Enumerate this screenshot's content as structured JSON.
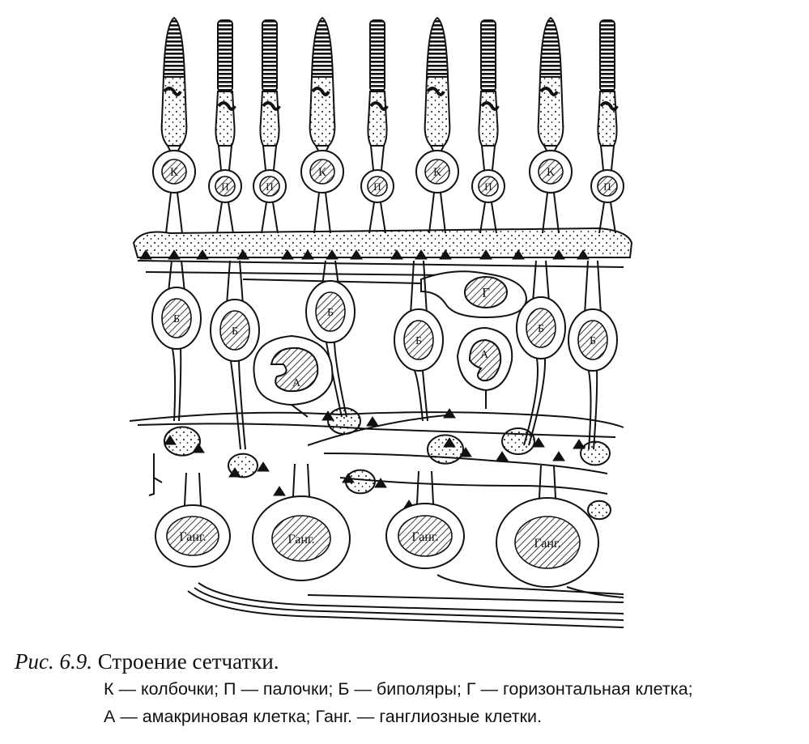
{
  "figure": {
    "labels": {
      "cone": "К",
      "rod": "П",
      "bipolar": "Б",
      "horizontal": "Г",
      "amacrine": "А",
      "ganglion": "Ганг."
    }
  },
  "caption": {
    "number": "Рис. 6.9.",
    "title": "Строение сетчатки.",
    "legend_line1": "К — колбочки; П — палочки; Б — биполяры; Г — горизонтальная клетка;",
    "legend_line2": "А — амакриновая клетка; Ганг. — ганглиозные клетки."
  },
  "colors": {
    "ink": "#111111",
    "paper": "#ffffff"
  }
}
